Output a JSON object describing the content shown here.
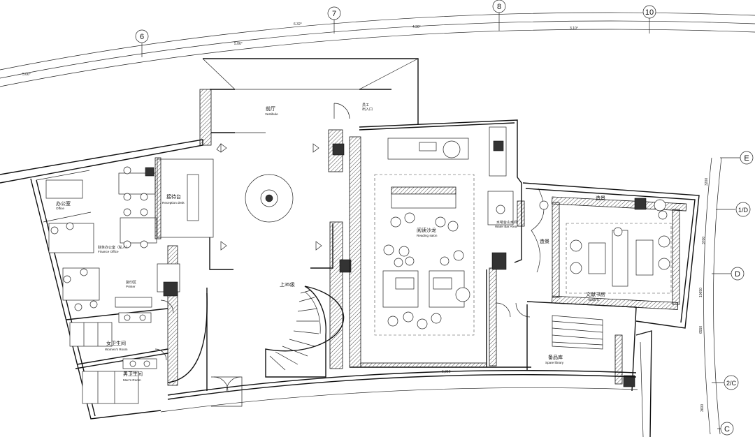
{
  "grid_axes": {
    "vertical": [
      "6",
      "7",
      "8",
      "10"
    ],
    "horizontal": [
      "E",
      "1/D",
      "D",
      "2/C",
      "C"
    ]
  },
  "dimensions": {
    "top": [
      "5.06°",
      "5.06°",
      "6.32°",
      "4.30°",
      "3.10°"
    ],
    "right": [
      "3200",
      "3700",
      "10650",
      "6550",
      "3600"
    ],
    "bottom": [
      "6,310"
    ]
  },
  "rooms": {
    "vestibule": {
      "zh": "前厅",
      "en": "Vestibule"
    },
    "staff_entrance": {
      "zh": "员工",
      "en": "出入口"
    },
    "reception": {
      "zh": "接待台",
      "en": "Reception desk"
    },
    "office": {
      "zh": "办公室",
      "en": "Office"
    },
    "finance": {
      "zh": "财务办公室（私人）",
      "en": "Finance Office"
    },
    "printer": {
      "zh": "复印区",
      "en": "Printer"
    },
    "womens_room": {
      "zh": "女卫生间",
      "en": "Women's Room"
    },
    "mens_room": {
      "zh": "男卫生间",
      "en": "Men's Room"
    },
    "stairs": {
      "zh": "上35级"
    },
    "reading_salon": {
      "zh": "阅读沙龙",
      "en": "Reading salon"
    },
    "water_bar": {
      "zh": "水吧台山水间",
      "en": "Water Bar Area"
    },
    "book_s": {
      "zh": "文献书房",
      "en": "Book S"
    },
    "spare_library": {
      "zh": "备品库",
      "en": "Spare library"
    },
    "display_a": {
      "zh": "造景"
    },
    "display_b": {
      "zh": "造景"
    }
  }
}
